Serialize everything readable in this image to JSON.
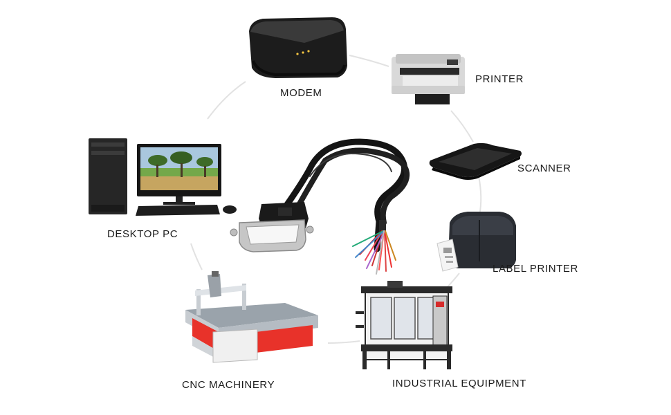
{
  "labels": {
    "modem": "MODEM",
    "printer": "PRINTER",
    "scanner": "SCANNER",
    "label_printer": "LABEL PRINTER",
    "industrial_equipment": "INDUSTRIAL EQUIPMENT",
    "cnc_machinery": "CNC MACHINERY",
    "desktop_pc": "DESKTOP PC"
  },
  "colors": {
    "background": "#ffffff",
    "connector_ring": "#e2e2e2",
    "device_dark": "#1e1e1e",
    "cnc_red": "#e8322a",
    "text": "#1b1b1b"
  }
}
